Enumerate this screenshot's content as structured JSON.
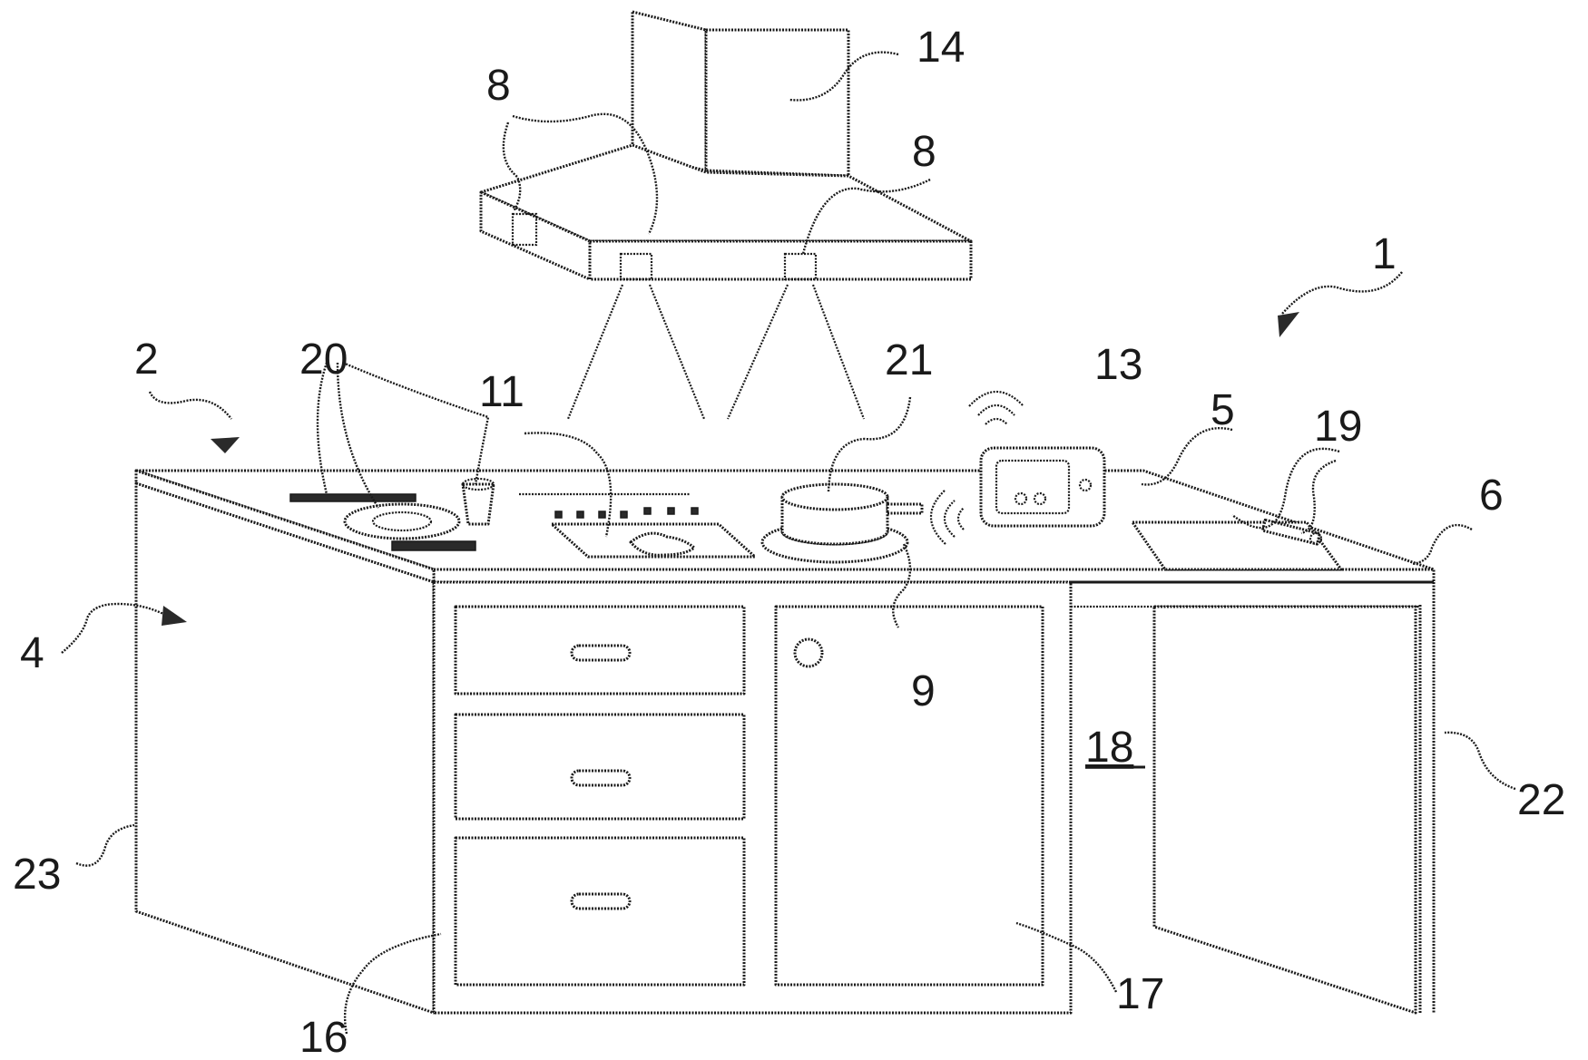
{
  "labels": {
    "n1": "1",
    "n2": "2",
    "n4": "4",
    "n5": "5",
    "n6": "6",
    "n8a": "8",
    "n8b": "8",
    "n9": "9",
    "n11": "11",
    "n13": "13",
    "n14": "14",
    "n16": "16",
    "n17": "17",
    "n18": "18",
    "n19": "19",
    "n20": "20",
    "n21": "21",
    "n22": "22",
    "n23": "23"
  }
}
